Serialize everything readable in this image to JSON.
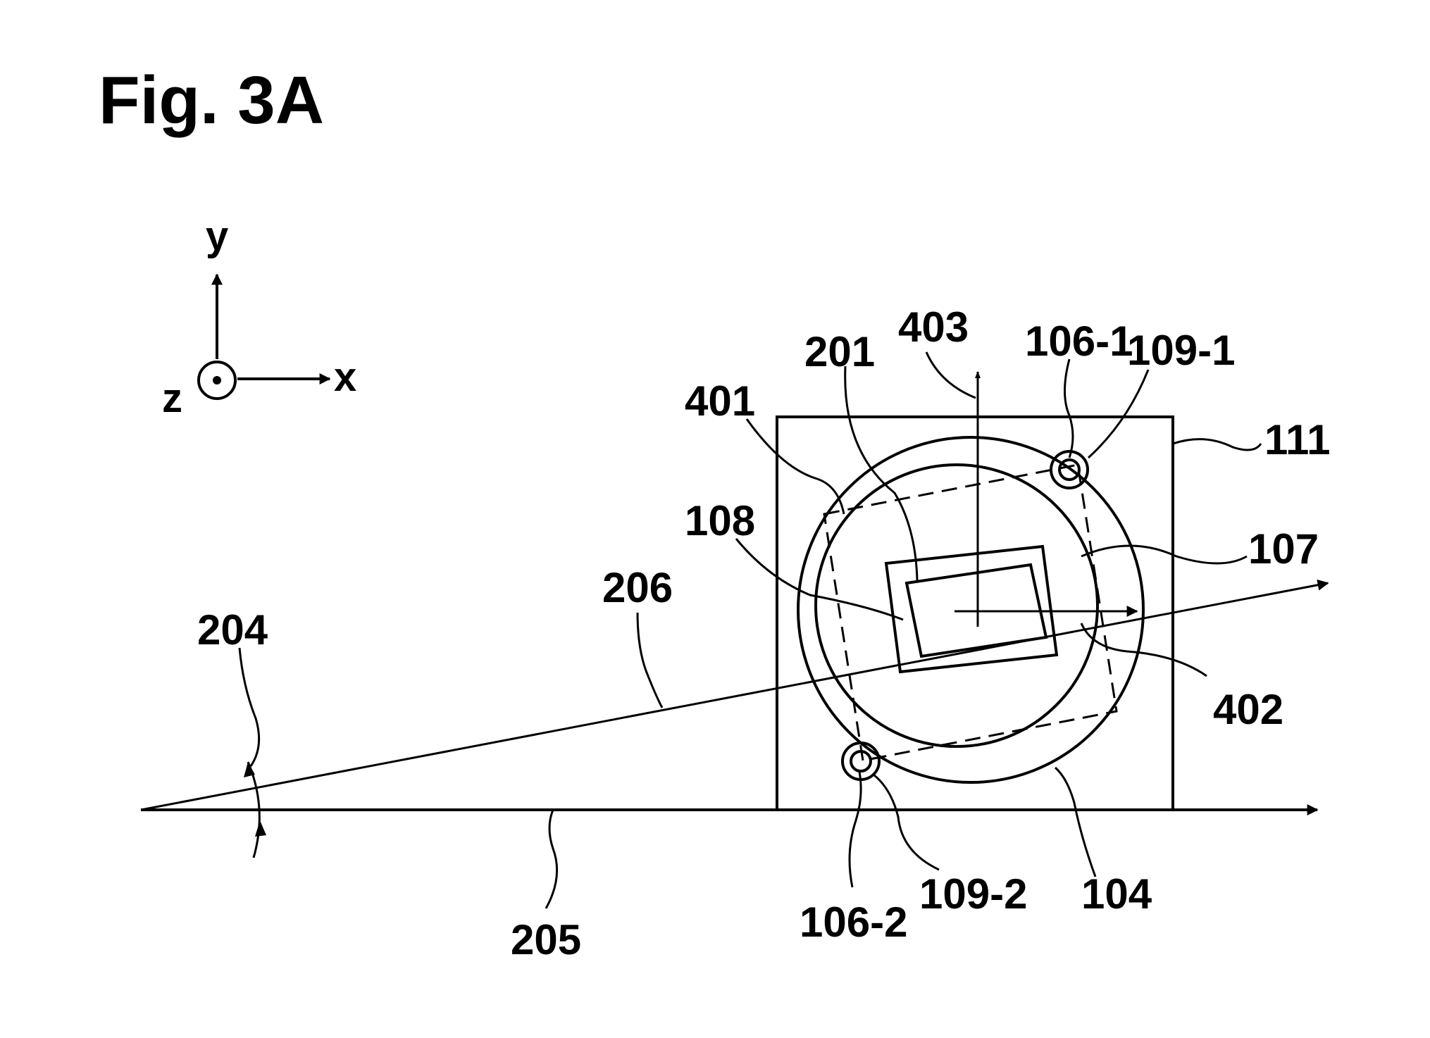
{
  "figure": {
    "title": "Fig. 3A",
    "axes": {
      "y": "y",
      "x": "x",
      "z": "z"
    },
    "labels": {
      "l403": "403",
      "l201": "201",
      "l106_1": "106-1",
      "l109_1": "109-1",
      "l401": "401",
      "l111": "111",
      "l108": "108",
      "l107": "107",
      "l206": "206",
      "l204": "204",
      "l402": "402",
      "l106_2": "106-2",
      "l109_2": "109-2",
      "l104": "104",
      "l205": "205"
    }
  }
}
